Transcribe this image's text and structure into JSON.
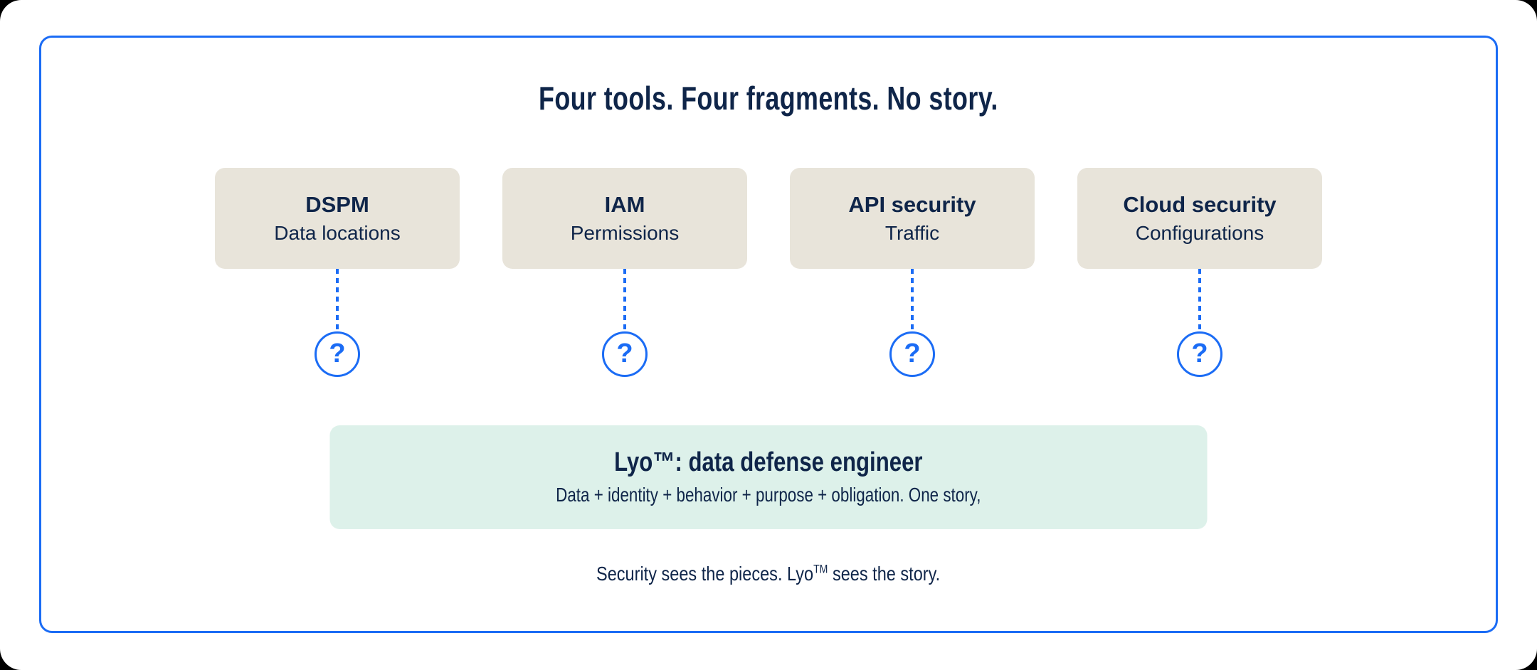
{
  "page": {
    "title": "Four tools. Four fragments. No story."
  },
  "tools": [
    {
      "name": "DSPM",
      "fragment": "Data locations"
    },
    {
      "name": "IAM",
      "fragment": "Permissions"
    },
    {
      "name": "API security",
      "fragment": "Traffic"
    },
    {
      "name": "Cloud security",
      "fragment": "Configurations"
    }
  ],
  "question_mark": "?",
  "solution": {
    "heading": "Lyo™: data defense engineer",
    "subheading": "Data + identity + behavior + purpose + obligation. One story,"
  },
  "footer": {
    "prefix": "Security sees the pieces. Lyo",
    "trademark": "TM",
    "suffix": " sees the story."
  },
  "colors": {
    "navy": "#0f2549",
    "blue": "#1b6cf5",
    "beige": "#e8e4da",
    "mint": "#ddf1ea",
    "card_bg": "#ffffff",
    "page_bg": "#000000"
  }
}
